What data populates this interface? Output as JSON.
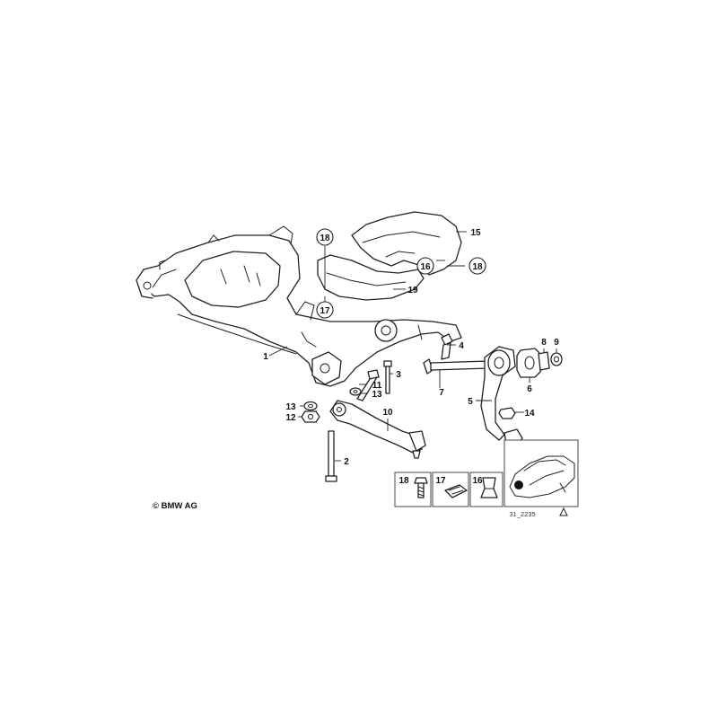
{
  "diagram": {
    "callouts": {
      "c1": "1",
      "c2": "2",
      "c3": "3",
      "c4": "4",
      "c5": "5",
      "c6": "6",
      "c7": "7",
      "c8": "8",
      "c9": "9",
      "c10": "10",
      "c11": "11",
      "c12": "12",
      "c13a": "13",
      "c13b": "13",
      "c14": "14",
      "c15": "15",
      "c16": "16",
      "c17": "17",
      "c18a": "18",
      "c18b": "18",
      "c19": "19"
    },
    "legend": {
      "l18": "18",
      "l17": "17",
      "l16": "16"
    },
    "copyright": "© BMW AG",
    "drawing_number": "31_2235"
  },
  "colors": {
    "line": "#222222",
    "background": "#ffffff"
  }
}
